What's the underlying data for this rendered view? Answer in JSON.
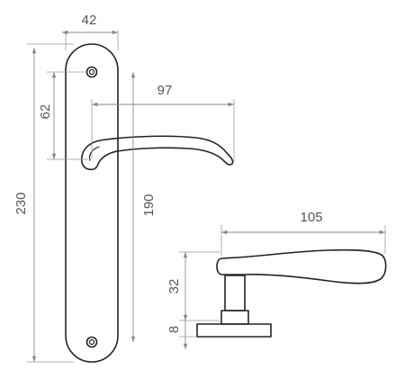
{
  "dimensions": {
    "plate_width": "42",
    "plate_height": "230",
    "handle_reach": "97",
    "handle_offset": "62",
    "hole_spacing": "190",
    "handle_length": "105",
    "handle_height": "32",
    "rosette_thickness": "8"
  },
  "colors": {
    "outline": "#222222",
    "dimension_line": "#888888",
    "dimension_text": "#555555"
  }
}
